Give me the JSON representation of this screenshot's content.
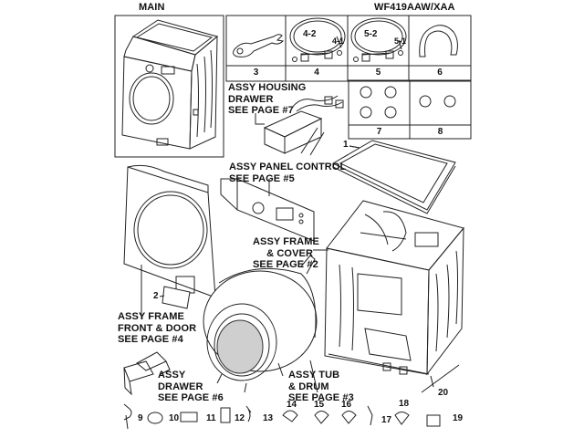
{
  "diagram": {
    "title_left": "MAIN",
    "model_number": "WF419AAW/XAA",
    "accessory_cells": [
      {
        "number": "3",
        "part": "wrench"
      },
      {
        "number": "4",
        "part": "hose-cold",
        "callouts": [
          "4-2",
          "4-1"
        ]
      },
      {
        "number": "5",
        "part": "hose-hot",
        "callouts": [
          "5-2",
          "5-1"
        ]
      },
      {
        "number": "6",
        "part": "hose-guide"
      },
      {
        "number": "7",
        "part": "caps-4"
      },
      {
        "number": "8",
        "part": "caps-2"
      }
    ],
    "assembly_labels": {
      "housing_drawer": [
        "ASSY HOUSING",
        "DRAWER",
        "SEE PAGE #7"
      ],
      "panel_control": [
        "ASSY PANEL CONTROL",
        "SEE PAGE #5"
      ],
      "frame_cover": [
        "ASSY FRAME",
        "& COVER",
        "SEE PAGE #2"
      ],
      "frame_front_door": [
        "ASSY FRAME",
        "FRONT & DOOR",
        "SEE PAGE #4"
      ],
      "drawer": [
        "ASSY",
        "DRAWER",
        "SEE PAGE #6"
      ],
      "tub_drum": [
        "ASSY TUB",
        "& DRUM",
        "SEE PAGE #3"
      ]
    },
    "part_callouts": {
      "top_cover": "1",
      "filter_cap": "2",
      "drain_hose": "20"
    },
    "bottom_parts": [
      "9",
      "10",
      "11",
      "12",
      "13",
      "14",
      "15",
      "16",
      "17",
      "18",
      "19"
    ]
  }
}
